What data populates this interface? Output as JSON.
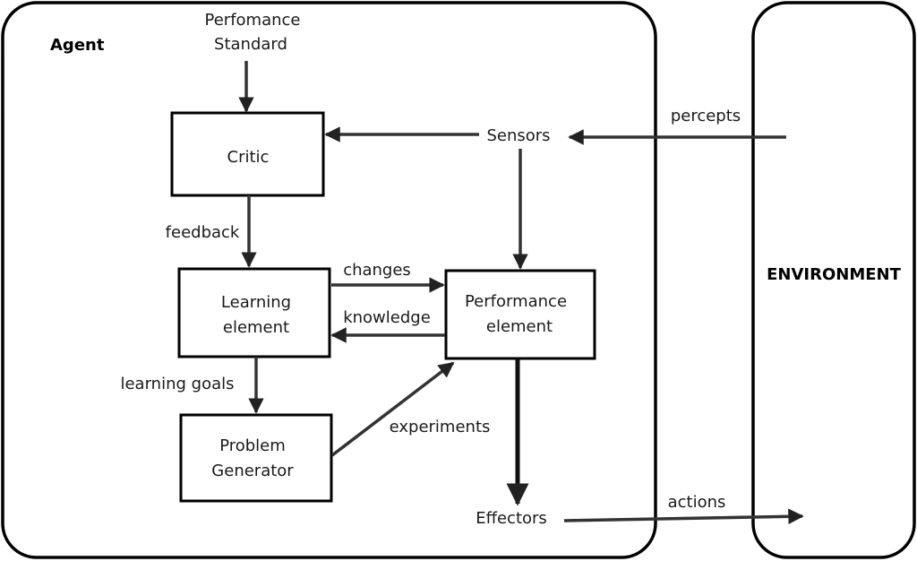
{
  "agent": {
    "title": "Agent",
    "performance_standard": [
      "Perfomance",
      "Standard"
    ],
    "critic": "Critic",
    "learning_element": [
      "Learning",
      "element"
    ],
    "performance_element": [
      "Performance",
      "element"
    ],
    "problem_generator": [
      "Problem",
      "Generator"
    ],
    "sensors": "Sensors",
    "effectors": "Effectors"
  },
  "environment": {
    "title": "ENVIRONMENT"
  },
  "edges": {
    "feedback": "feedback",
    "changes": "changes",
    "knowledge": "knowledge",
    "learning_goals": "learning goals",
    "experiments": "experiments",
    "percepts": "percepts",
    "actions": "actions"
  }
}
